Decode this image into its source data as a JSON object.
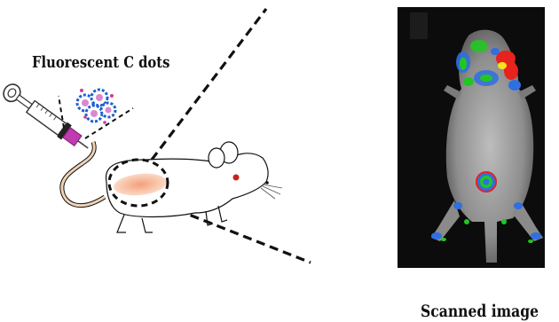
{
  "labels": {
    "injected_agent": "Fluorescent C dots",
    "result": "Scanned image"
  },
  "colors": {
    "background": "#ffffff",
    "outline": "#111111",
    "mouse_body": "#ffffff",
    "mouse_tail": "#f0d2b4",
    "uptake_region": "#f4a07a",
    "syringe_barrel": "#c03ab0",
    "scan_background": "#0c0c0c",
    "signal_high": "#e8221c",
    "signal_mid": "#22c622",
    "signal_low": "#2f6fe0"
  },
  "icons": {
    "syringe": "syringe-icon",
    "nanoparticles": "c-dots-cluster-icon",
    "mouse": "mouse-illustration"
  }
}
